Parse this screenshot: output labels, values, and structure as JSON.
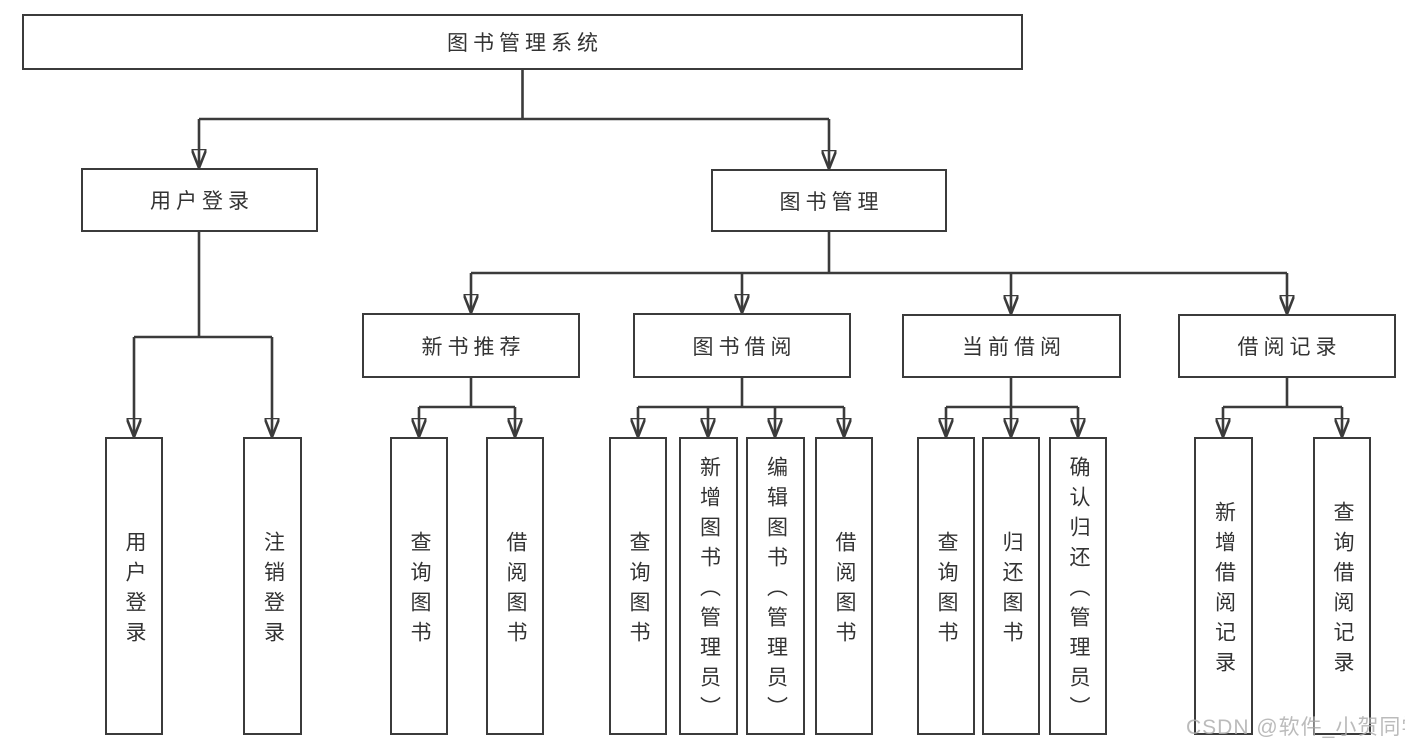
{
  "nodes": {
    "root": {
      "label": "图书管理系统"
    },
    "user_login": {
      "label": "用户登录"
    },
    "book_mgmt": {
      "label": "图书管理"
    },
    "login": {
      "label": "用户登录"
    },
    "logout": {
      "label": "注销登录"
    },
    "new_book_rec": {
      "label": "新书推荐"
    },
    "book_borrow": {
      "label": "图书借阅"
    },
    "current_borrow": {
      "label": "当前借阅"
    },
    "borrow_record": {
      "label": "借阅记录"
    },
    "rec_query": {
      "label": "查询图书"
    },
    "rec_borrow": {
      "label": "借阅图书"
    },
    "bb_query": {
      "label": "查询图书"
    },
    "bb_add": {
      "label": "新增图书（管理员）"
    },
    "bb_edit": {
      "label": "编辑图书（管理员）"
    },
    "bb_borrow": {
      "label": "借阅图书"
    },
    "cb_query": {
      "label": "查询图书"
    },
    "cb_return": {
      "label": "归还图书"
    },
    "cb_confirm": {
      "label": "确认归还（管理员）"
    },
    "br_add": {
      "label": "新增借阅记录"
    },
    "br_query": {
      "label": "查询借阅记录"
    }
  },
  "watermark": "CSDN @软件_小贺同学",
  "colors": {
    "line": "#3b3b3b",
    "text": "#333333",
    "bg": "#ffffff",
    "wm": "#b0b0b0"
  }
}
